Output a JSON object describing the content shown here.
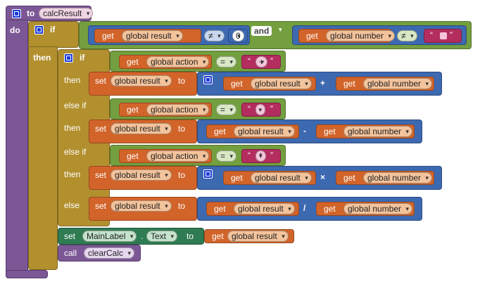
{
  "procedure": {
    "to_label": "to",
    "name": "calcResult",
    "do_label": "do"
  },
  "outer_if": {
    "if_label": "if",
    "then_label": "then",
    "condition": {
      "left": {
        "get": "get",
        "var": "global result",
        "op": "≠",
        "number": "0"
      },
      "and_label": "and",
      "right": {
        "get": "get",
        "var": "global number",
        "op": "≠"
      }
    }
  },
  "inner_if": {
    "if_label": "if",
    "else_if_label": "else if",
    "then_label": "then",
    "else_label": "else",
    "branches": [
      {
        "get": "get",
        "var": "global action",
        "op": "=",
        "symbol": "+"
      },
      {
        "get": "get",
        "var": "global action",
        "op": "=",
        "symbol": "-"
      },
      {
        "get": "get",
        "var": "global action",
        "op": "=",
        "symbol": "*"
      }
    ],
    "sets": [
      {
        "set": "set",
        "var": "global result",
        "to": "to",
        "get1": "get",
        "a": "global result",
        "op": "+",
        "get2": "get",
        "b": "global number"
      },
      {
        "set": "set",
        "var": "global result",
        "to": "to",
        "get1": "get",
        "a": "global result",
        "op": "-",
        "get2": "get",
        "b": "global number"
      },
      {
        "set": "set",
        "var": "global result",
        "to": "to",
        "get1": "get",
        "a": "global result",
        "op": "×",
        "get2": "get",
        "b": "global number"
      },
      {
        "set": "set",
        "var": "global result",
        "to": "to",
        "get1": "get",
        "a": "global result",
        "op": "/",
        "get2": "get",
        "b": "global number"
      }
    ]
  },
  "set_label": {
    "set": "set",
    "component": "MainLabel",
    "dot": ".",
    "property": "Text",
    "to": "to",
    "get": "get",
    "var": "global result"
  },
  "call": {
    "call": "call",
    "name": "clearCalc"
  },
  "colors": {
    "procedure": "#7c5796",
    "control": "#b2902e",
    "logic": "#739f3f",
    "math": "#3d69b1",
    "variable": "#d2642a",
    "text": "#b32d5e",
    "component_set": "#2f7b52",
    "field": "#f3c39c"
  }
}
